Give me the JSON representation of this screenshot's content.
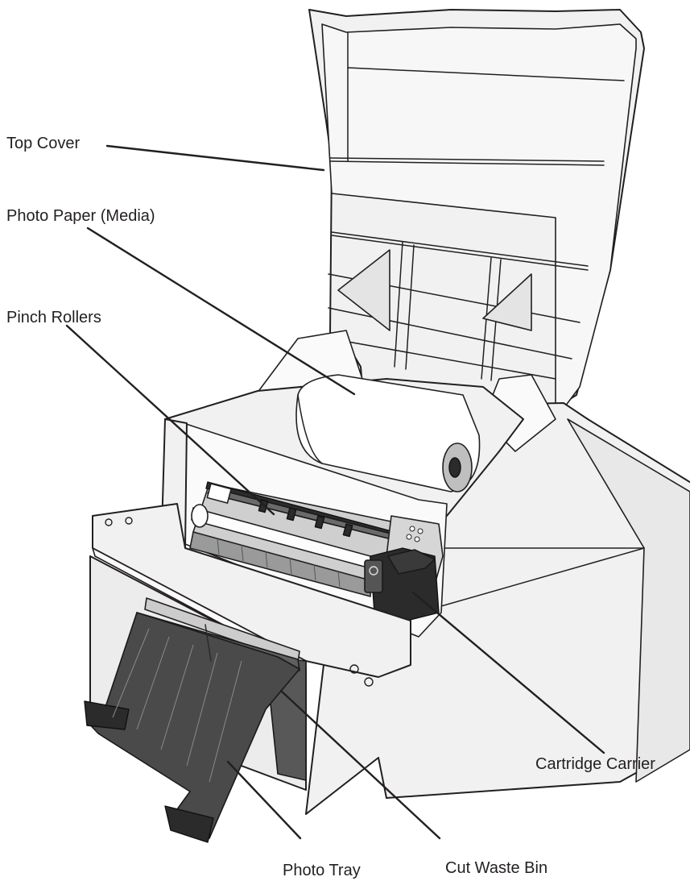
{
  "labels": {
    "top_cover": "Top Cover",
    "photo_paper": "Photo Paper (Media)",
    "pinch_rollers": "Pinch Rollers",
    "cartridge_carrier": "Cartridge Carrier",
    "photo_tray": "Photo Tray",
    "cut_waste_bin": "Cut Waste Bin"
  }
}
